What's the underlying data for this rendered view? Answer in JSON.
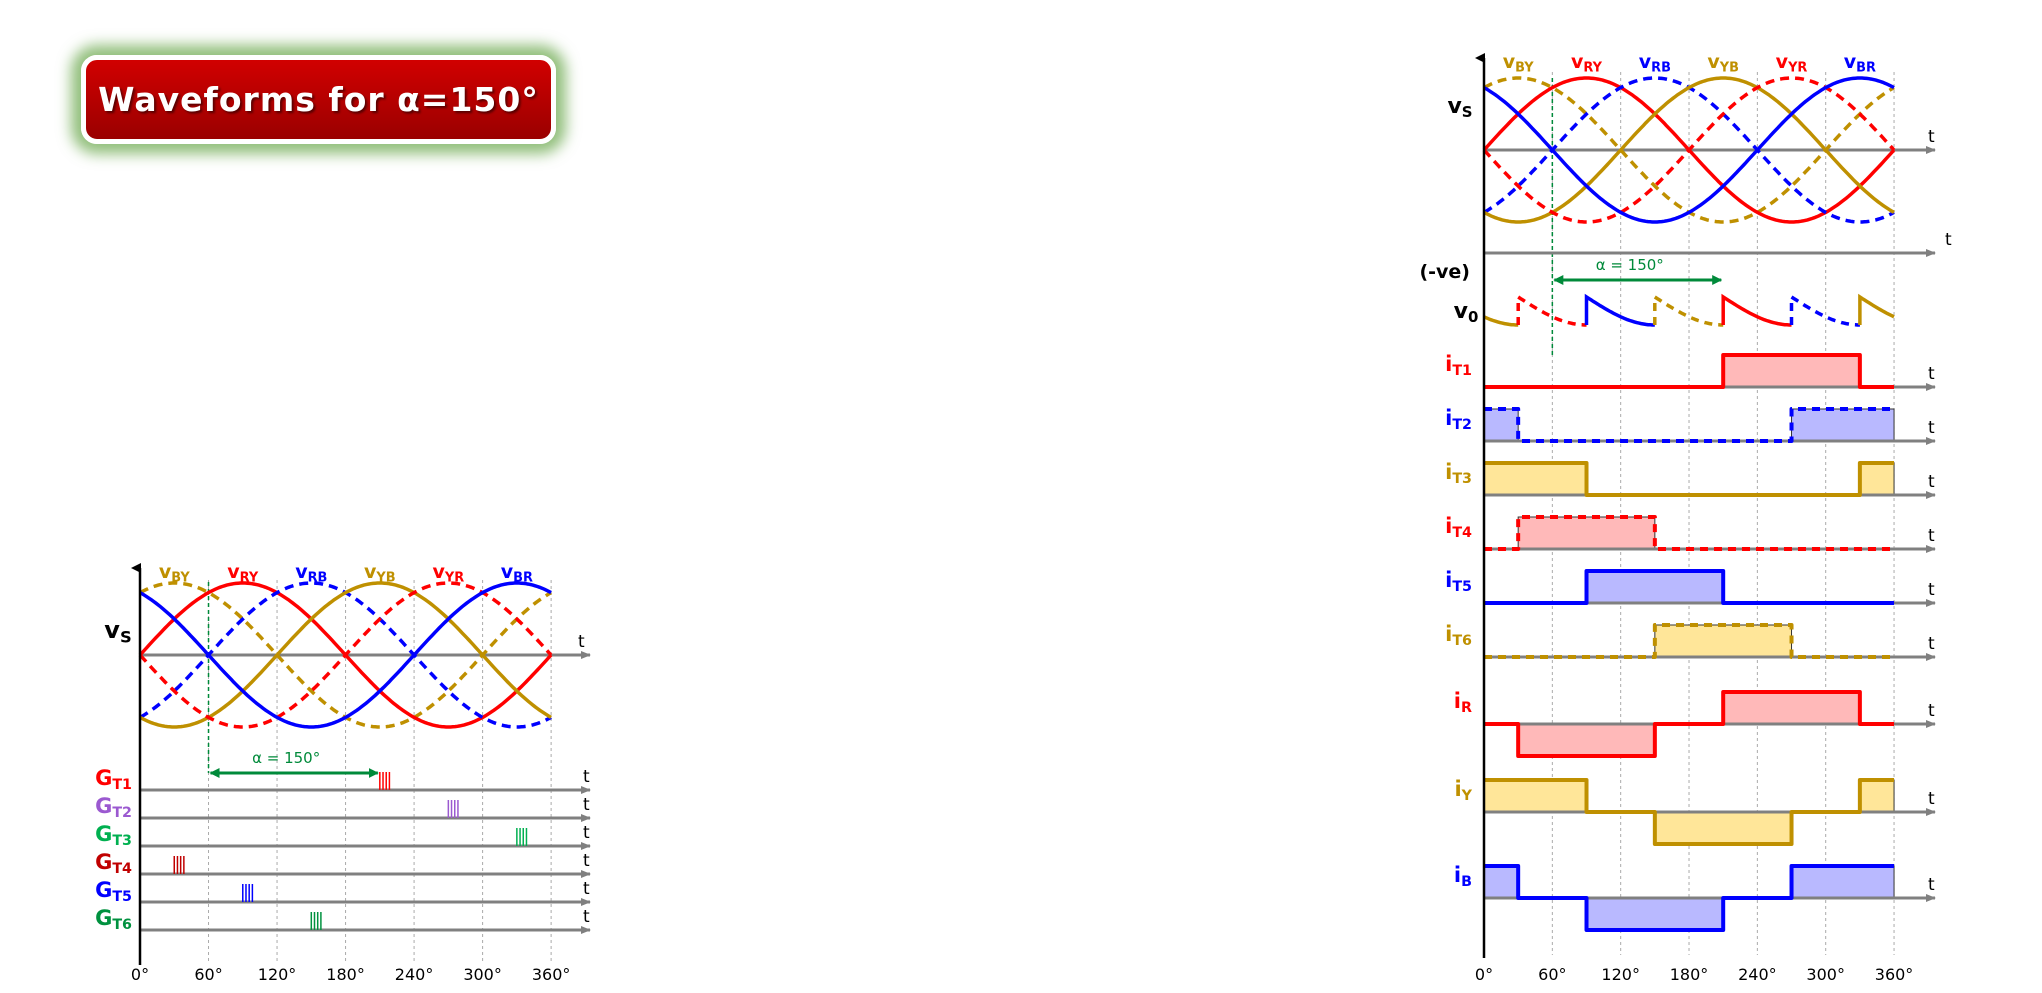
{
  "title": "Waveforms for α=150°",
  "ticks": [
    "0°",
    "60°",
    "120°",
    "180°",
    "240°",
    "300°",
    "360°"
  ],
  "axis_t": "t",
  "alpha_label": "α = 150°",
  "firing_angle_deg": 150,
  "colors": {
    "R": "#ff0000",
    "Y": "#bf9000",
    "B": "#0000ff",
    "alpha": "#008a3a"
  },
  "vs_label": {
    "main": "v",
    "sub": "S"
  },
  "phases": [
    {
      "main": "v",
      "sub": "BY",
      "color": "#bf9000",
      "dashed": true,
      "peak_deg": 30
    },
    {
      "main": "v",
      "sub": "RY",
      "color": "#ff0000",
      "dashed": false,
      "peak_deg": 90
    },
    {
      "main": "v",
      "sub": "RB",
      "color": "#0000ff",
      "dashed": true,
      "peak_deg": 150
    },
    {
      "main": "v",
      "sub": "YB",
      "color": "#bf9000",
      "dashed": false,
      "peak_deg": 210
    },
    {
      "main": "v",
      "sub": "YR",
      "color": "#ff0000",
      "dashed": true,
      "peak_deg": 270
    },
    {
      "main": "v",
      "sub": "BR",
      "color": "#0000ff",
      "dashed": false,
      "peak_deg": 330
    }
  ],
  "gates": [
    {
      "main": "G",
      "sub": "T1",
      "color": "#ff0000",
      "angle_deg": 210
    },
    {
      "main": "G",
      "sub": "T2",
      "color": "#9b59d0",
      "angle_deg": 270
    },
    {
      "main": "G",
      "sub": "T3",
      "color": "#00b050",
      "angle_deg": 330
    },
    {
      "main": "G",
      "sub": "T4",
      "color": "#c00000",
      "angle_deg": 30
    },
    {
      "main": "G",
      "sub": "T5",
      "color": "#0000ff",
      "angle_deg": 90
    },
    {
      "main": "G",
      "sub": "T6",
      "color": "#00913f",
      "angle_deg": 150
    }
  ],
  "right": {
    "neg_label": "(-ve)",
    "v0_label": {
      "main": "v",
      "sub": "0"
    },
    "v0_pieces": [
      {
        "start": -30,
        "end": 30,
        "color": "#bf9000",
        "dashed": false
      },
      {
        "start": 30,
        "end": 90,
        "color": "#ff0000",
        "dashed": true
      },
      {
        "start": 90,
        "end": 150,
        "color": "#0000ff",
        "dashed": false
      },
      {
        "start": 150,
        "end": 210,
        "color": "#bf9000",
        "dashed": true
      },
      {
        "start": 210,
        "end": 270,
        "color": "#ff0000",
        "dashed": false
      },
      {
        "start": 270,
        "end": 330,
        "color": "#0000ff",
        "dashed": true
      },
      {
        "start": 330,
        "end": 360,
        "color": "#bf9000",
        "dashed": false
      }
    ],
    "currents": [
      {
        "main": "i",
        "sub": "T1",
        "color": "#ff0000",
        "fill": "#ffb9b9",
        "dashed": false,
        "segments": [
          [
            210,
            330,
            1
          ]
        ]
      },
      {
        "main": "i",
        "sub": "T2",
        "color": "#0000ff",
        "fill": "#b9b9ff",
        "dashed": true,
        "segments": [
          [
            0,
            30,
            1
          ],
          [
            270,
            360,
            1
          ]
        ]
      },
      {
        "main": "i",
        "sub": "T3",
        "color": "#bf9000",
        "fill": "#ffe699",
        "dashed": false,
        "segments": [
          [
            0,
            90,
            1
          ],
          [
            330,
            360,
            1
          ]
        ]
      },
      {
        "main": "i",
        "sub": "T4",
        "color": "#ff0000",
        "fill": "#ffb9b9",
        "dashed": true,
        "segments": [
          [
            30,
            150,
            1
          ]
        ]
      },
      {
        "main": "i",
        "sub": "T5",
        "color": "#0000ff",
        "fill": "#b9b9ff",
        "dashed": false,
        "segments": [
          [
            90,
            210,
            1
          ]
        ]
      },
      {
        "main": "i",
        "sub": "T6",
        "color": "#bf9000",
        "fill": "#ffe699",
        "dashed": true,
        "segments": [
          [
            150,
            270,
            1
          ]
        ]
      },
      {
        "main": "i",
        "sub": "R",
        "color": "#ff0000",
        "fill": "#ffb9b9",
        "dashed": false,
        "segments": [
          [
            30,
            150,
            -1
          ],
          [
            210,
            330,
            1
          ]
        ]
      },
      {
        "main": "i",
        "sub": "Y",
        "color": "#bf9000",
        "fill": "#ffe699",
        "dashed": false,
        "segments": [
          [
            0,
            90,
            1
          ],
          [
            150,
            270,
            -1
          ],
          [
            330,
            360,
            1
          ]
        ]
      },
      {
        "main": "i",
        "sub": "B",
        "color": "#0000ff",
        "fill": "#b9b9ff",
        "dashed": false,
        "segments": [
          [
            0,
            30,
            1
          ],
          [
            90,
            210,
            -1
          ],
          [
            270,
            360,
            1
          ]
        ]
      }
    ]
  }
}
